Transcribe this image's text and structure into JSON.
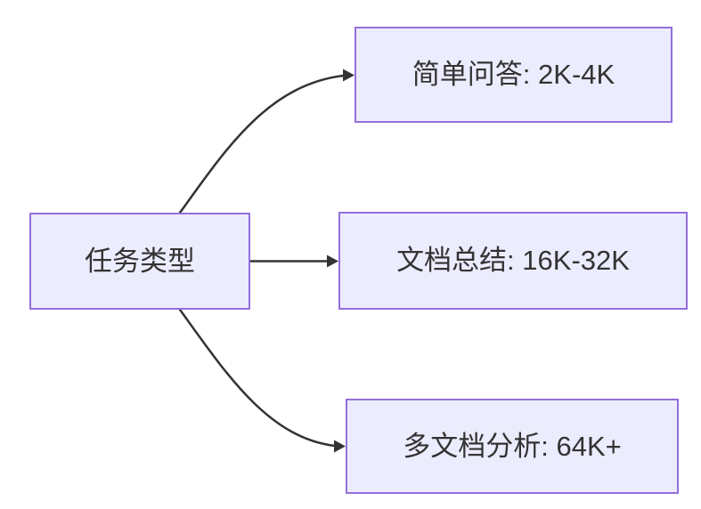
{
  "diagram": {
    "type": "flowchart",
    "direction": "LR",
    "root": {
      "id": "task-type",
      "label": "任务类型"
    },
    "branches": [
      {
        "id": "simple-qa",
        "label": "简单问答: 2K-4K"
      },
      {
        "id": "doc-summary",
        "label": "文档总结: 16K-32K"
      },
      {
        "id": "multi-doc",
        "label": "多文档分析: 64K+"
      }
    ],
    "edges": [
      {
        "from": "task-type",
        "to": "simple-qa"
      },
      {
        "from": "task-type",
        "to": "doc-summary"
      },
      {
        "from": "task-type",
        "to": "multi-doc"
      }
    ],
    "colors": {
      "node_fill": "#ECECFF",
      "node_border": "#9370DB",
      "edge_stroke": "#333333",
      "label_text": "#333333",
      "background": "#FFFFFF"
    }
  }
}
